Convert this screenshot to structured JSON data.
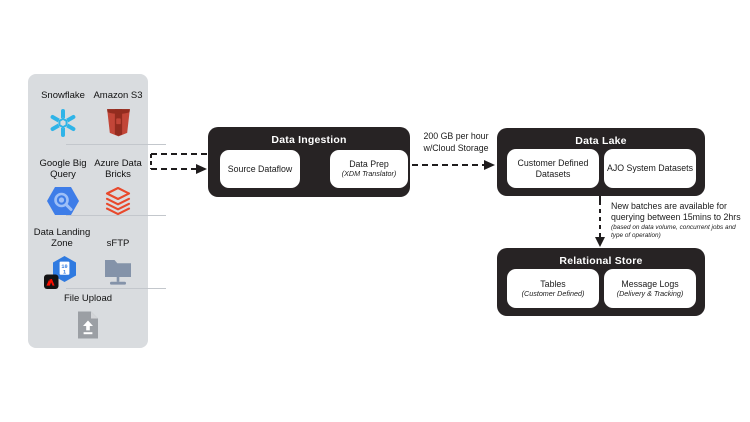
{
  "sidebar": {
    "items": [
      {
        "label": "Snowflake",
        "icon": "snowflake-icon"
      },
      {
        "label": "Amazon S3",
        "icon": "amazon-s3-icon"
      },
      {
        "label": "Google Big Query",
        "icon": "google-bigquery-icon"
      },
      {
        "label": "Azure Data Bricks",
        "icon": "azure-databricks-icon"
      },
      {
        "label": "Data Landing Zone",
        "icon": "data-landing-zone-icon"
      },
      {
        "label": "sFTP",
        "icon": "sftp-icon"
      },
      {
        "label": "File Upload",
        "icon": "file-upload-icon"
      }
    ]
  },
  "groups": {
    "ingestion": {
      "title": "Data Ingestion",
      "nodes": [
        {
          "label": "Source Dataflow",
          "sublabel": ""
        },
        {
          "label": "Data Prep",
          "sublabel": "(XDM Translator)"
        }
      ]
    },
    "lake": {
      "title": "Data Lake",
      "nodes": [
        {
          "label": "Customer Defined Datasets",
          "sublabel": ""
        },
        {
          "label": "AJO System Datasets",
          "sublabel": ""
        }
      ]
    },
    "relational": {
      "title": "Relational Store",
      "nodes": [
        {
          "label": "Tables",
          "sublabel": "(Customer Defined)"
        },
        {
          "label": "Message Logs",
          "sublabel": "(Delivery & Tracking)"
        }
      ]
    }
  },
  "labels": {
    "throughput": {
      "line1": "200 GB per hour",
      "line2": "w/Cloud Storage"
    },
    "batch": {
      "line1": "New batches are available for",
      "line2": "querying between 15mins to 2hrs",
      "note1": "(based on data volume, concurrent jobs and",
      "note2": "type of operation)"
    }
  },
  "colors": {
    "sidebar_bg": "#d9dcdf",
    "group_bg": "#272324",
    "node_bg": "#ffffff",
    "arrow": "#1f1c1d",
    "snowflake_blue": "#2fb4e8",
    "s3_red": "#c24638",
    "bigquery_blue": "#3e7de8",
    "databricks_red": "#e8492c",
    "dlz_blue": "#2f7ae0",
    "adobe_red": "#fa0f00",
    "sftp_gray": "#8493a9",
    "upload_gray": "#9b9fa4"
  }
}
